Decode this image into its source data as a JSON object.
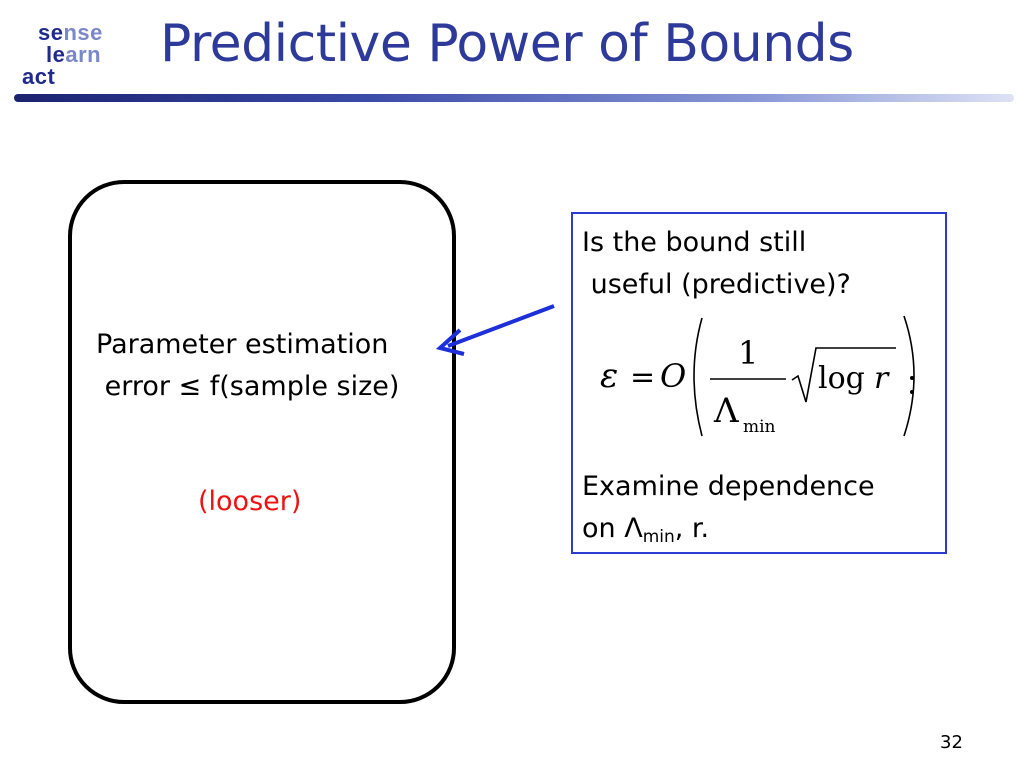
{
  "logo": {
    "line1_dark": "se",
    "line1_light": "nse",
    "line2_dark": "le",
    "line2_light": "arn",
    "line3_dark": "act"
  },
  "slide": {
    "title": "Predictive Power of Bounds",
    "left_box": {
      "line1": "Parameter estimation",
      "line2": " error ≤ f(sample size)",
      "looser": "(looser)"
    },
    "right_box": {
      "question_line1": "Is the bound still",
      "question_line2": " useful (predictive)?",
      "formula": {
        "lhs": "ε",
        "eq": "=",
        "big_o": "O",
        "numerator": "1",
        "denominator": "Λ",
        "denominator_sub": "min",
        "log": "log",
        "var": "r"
      },
      "examine_line1": "Examine dependence",
      "examine_prefix": "on Λ",
      "examine_sub": "min",
      "examine_suffix": ", r."
    },
    "page_number": "32"
  },
  "colors": {
    "title": "#2e3a9a",
    "accent_box": "#2b3bd0",
    "looser": "#ee1111",
    "arrow": "#1c2fd8"
  },
  "icons": {
    "logo": "sense-learn-act-logo",
    "arrow": "left-arrow-icon"
  }
}
